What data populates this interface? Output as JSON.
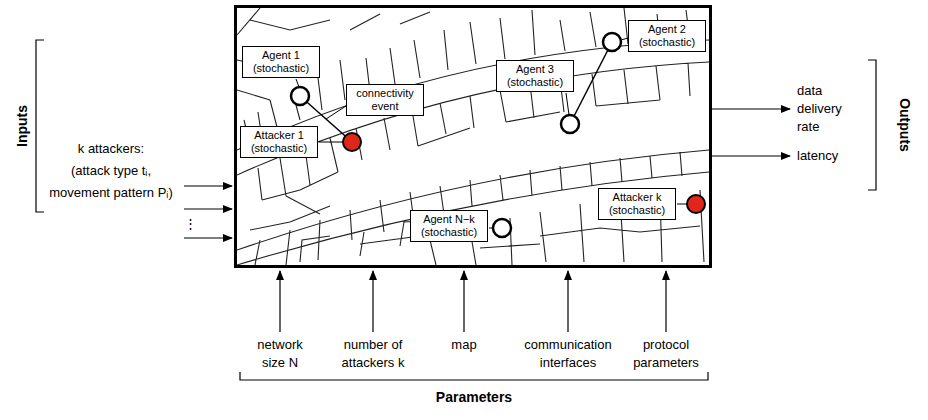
{
  "diagram": {
    "nodes": [
      {
        "text": [
          "Agent 1 (stochastic)"
        ]
      },
      {
        "text": [
          "connectivity event"
        ]
      },
      {
        "text": [
          "Attacker 1 (stochastic)"
        ]
      },
      {
        "text": [
          "Agent 2 (stochastic)"
        ]
      },
      {
        "text": [
          "Agent 3 (stochastic)"
        ]
      },
      {
        "text": [
          "Agent N−k (stochastic)"
        ]
      },
      {
        "text": [
          "Attacker k (stochastic)"
        ]
      }
    ],
    "labels": [
      "Inputs",
      "k attackers:",
      "(attack type tᵢ,",
      "movement pattern Pᵢ)",
      "⋮",
      "data delivery rate",
      "latency",
      "Outputs",
      "network size N",
      "number of attackers k",
      "map",
      "communication interfaces",
      "protocol parameters",
      "Parameters"
    ]
  }
}
